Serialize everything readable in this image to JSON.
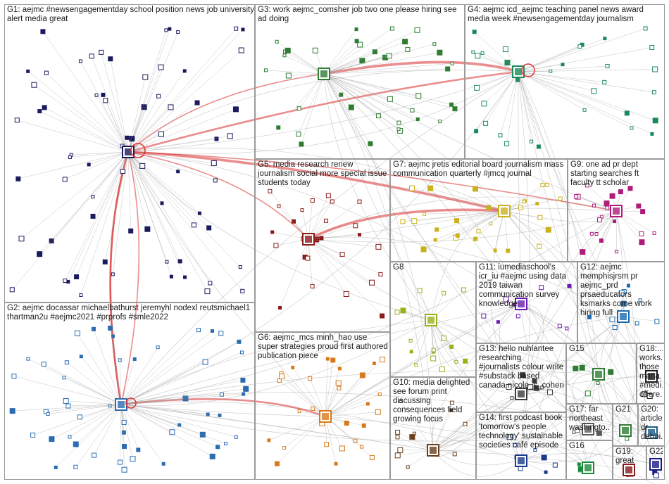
{
  "groups": [
    {
      "id": "G1",
      "label": "G1: aejmc #newsengagementday school position news job university alert media great",
      "color": "#1a1a5e"
    },
    {
      "id": "G2",
      "label": "G2: aejmc docassar michaelbathurst jeremyhl nodexl reutsmichael1 thartman2u #aejmc2021 #prprofs #smle2022",
      "color": "#2b6cb0"
    },
    {
      "id": "G3",
      "label": "G3: work aejmc_comsher job two one please hiring see ad doing",
      "color": "#2e7d32"
    },
    {
      "id": "G4",
      "label": "G4: aejmc icd_aejmc teaching panel news award media week #newsengagementday journalism",
      "color": "#1b8a5a"
    },
    {
      "id": "G5",
      "label": "G5: media research renew journalism social more special issue students today",
      "color": "#8b1a1a"
    },
    {
      "id": "G6",
      "label": "G6: aejmc_mcs minh_hao use super strategies proud first authored publication piece",
      "color": "#d87a1a"
    },
    {
      "id": "G7",
      "label": "G7: aejmc jretis editorial board journalism mass communication quarterly #jmcq journal",
      "color": "#c9b21a"
    },
    {
      "id": "G8",
      "label": "G8",
      "color": "#9ab01a"
    },
    {
      "id": "G9",
      "label": "G9: one ad pr dept starting searches ft faculty tt scholar",
      "color": "#b01a7a"
    },
    {
      "id": "G10",
      "label": "G10: media delighted see forum print discussing consequences field growing focus",
      "color": "#6a3f1a"
    },
    {
      "id": "G11",
      "label": "G11: iumediaschool's icr_iu #aejmc using data 2019 taiwan communication survey knowledge",
      "color": "#6a1ab0"
    },
    {
      "id": "G12",
      "label": "G12: aejmc memphisjrsm pr aejmc_prd prsaeducators ksmarks come work hiring full",
      "color": "#1a6ab0"
    },
    {
      "id": "G13",
      "label": "G13: hello nuhlantee researching #journalists colour write #substack based canada nicole_s_cohen",
      "color": "#3a3a3a"
    },
    {
      "id": "G14",
      "label": "G14: first podcast book 'tomorrow's people technology' sustainable societies café episode",
      "color": "#1a3a8a"
    },
    {
      "id": "G15",
      "label": "G15",
      "color": "#2e7d32"
    },
    {
      "id": "G16",
      "label": "G16",
      "color": "#1a8a3a"
    },
    {
      "id": "G17",
      "label": "G17: far northeast washingto...",
      "color": "#5a5a5a"
    },
    {
      "id": "G18",
      "label": "G18:... works... those mana... #medi... offere...",
      "color": "#1a1a1a"
    },
    {
      "id": "G19",
      "label": "G19: great",
      "color": "#8a1a1a"
    },
    {
      "id": "G20",
      "label": "G20: article dr debbi...",
      "color": "#1a5a8a"
    },
    {
      "id": "G21",
      "label": "G21",
      "color": "#2e7d32"
    },
    {
      "id": "G22",
      "label": "G22",
      "color": "#1a1a8a"
    }
  ]
}
